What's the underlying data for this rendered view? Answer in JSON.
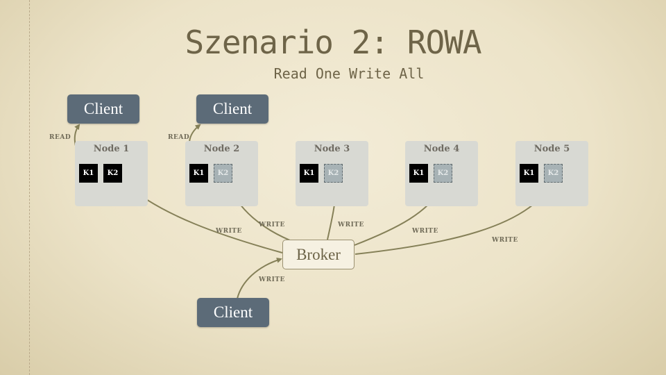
{
  "slide": {
    "title": "Szenario 2: ROWA",
    "subtitle": "Read One Write All"
  },
  "clients": {
    "client1": "Client",
    "client2": "Client",
    "client3": "Client"
  },
  "broker": "Broker",
  "nodes": [
    {
      "label": "Node 1",
      "k1": "K1",
      "k2": "K2",
      "k2_state": "current"
    },
    {
      "label": "Node 2",
      "k1": "K1",
      "k2": "K2",
      "k2_state": "stale"
    },
    {
      "label": "Node 3",
      "k1": "K1",
      "k2": "K2",
      "k2_state": "stale"
    },
    {
      "label": "Node 4",
      "k1": "K1",
      "k2": "K2",
      "k2_state": "stale"
    },
    {
      "label": "Node 5",
      "k1": "K1",
      "k2": "K2",
      "k2_state": "stale"
    }
  ],
  "edges": {
    "read1": "READ",
    "read2": "READ",
    "write_node1": "WRITE",
    "write_node2": "WRITE",
    "write_node3": "WRITE",
    "write_node4": "WRITE",
    "write_node5": "WRITE",
    "write_client": "WRITE"
  },
  "colors": {
    "client_box": "#5c6b78",
    "arrow": "#858058",
    "node_box": "#d8d9d3",
    "key_stale": "#a7b2b5"
  }
}
